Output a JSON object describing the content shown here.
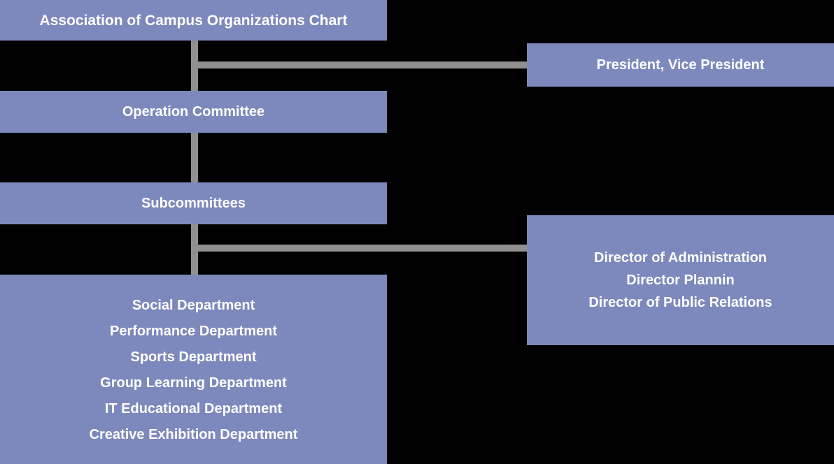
{
  "chart": {
    "title": "Association of Campus Organizations Chart",
    "box_color": "#7d88bc",
    "text_color": "#ffffff",
    "connector_color": "#909090",
    "background_color": "#000000"
  },
  "nodes": {
    "title": {
      "label": "Association of Campus Organizations Chart"
    },
    "president": {
      "label": "President, Vice President"
    },
    "operation_committee": {
      "label": "Operation Committee"
    },
    "subcommittees": {
      "label": "Subcommittees"
    },
    "directors": {
      "lines": [
        "Director of Administration",
        "Director Plannin",
        "Director of Public Relations"
      ]
    },
    "departments": {
      "lines": [
        "Social Department",
        "Performance Department",
        "Sports Department",
        "Group Learning Department",
        "IT Educational Department",
        "Creative Exhibition Department"
      ]
    }
  }
}
